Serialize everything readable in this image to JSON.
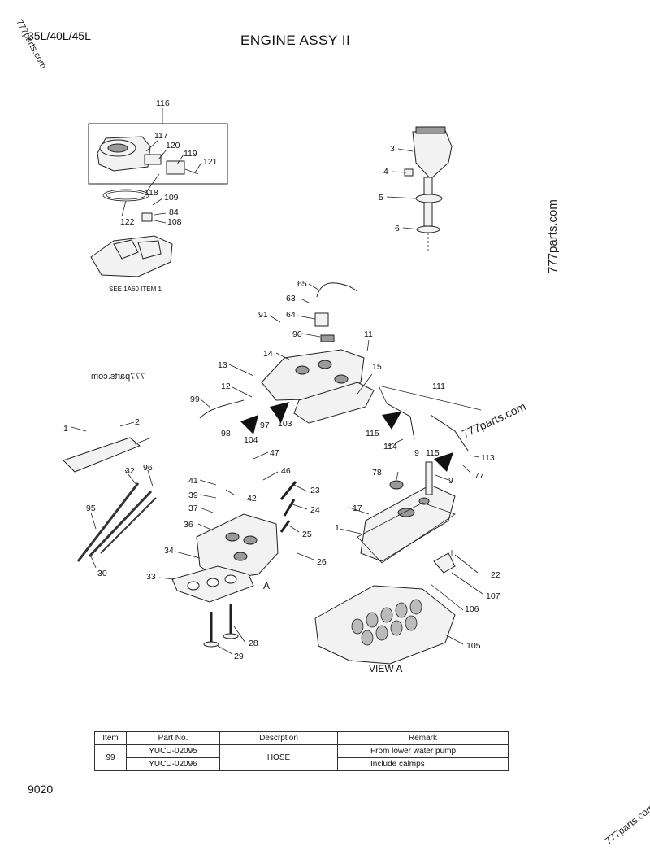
{
  "header": {
    "models": "35L/40L/45L",
    "title": "ENGINE ASSY II"
  },
  "page_number": "9020",
  "watermarks": [
    "777parts.com",
    "777parts.com",
    "777parts.com",
    "777parts.com",
    "777parts.com"
  ],
  "diagram": {
    "see_note": "SEE 1A60 ITEM 1",
    "view_label": "VIEW  A",
    "section_marker": "A",
    "callouts": [
      "116",
      "117",
      "120",
      "119",
      "121",
      "118",
      "109",
      "84",
      "108",
      "122",
      "3",
      "4",
      "5",
      "6",
      "65",
      "63",
      "91",
      "64",
      "90",
      "11",
      "14",
      "13",
      "15",
      "12",
      "99",
      "97",
      "103",
      "98",
      "104",
      "111",
      "115",
      "114",
      "115",
      "113",
      "77",
      "9",
      "2",
      "1",
      "32",
      "96",
      "95",
      "30",
      "47",
      "46",
      "41",
      "39",
      "42",
      "37",
      "36",
      "34",
      "33",
      "23",
      "24",
      "25",
      "26",
      "28",
      "29",
      "78",
      "9",
      "17",
      "1",
      "22",
      "107",
      "106",
      "105",
      "34"
    ]
  },
  "table": {
    "headers": [
      "Item",
      "Part No.",
      "Descrption",
      "Remark"
    ],
    "rows": [
      {
        "item": "99",
        "part_no": "YUCU-02095",
        "description": "HOSE",
        "remark": "From lower water pump"
      },
      {
        "item": "",
        "part_no": "YUCU-02096",
        "description": "",
        "remark": "Include calmps"
      }
    ]
  }
}
